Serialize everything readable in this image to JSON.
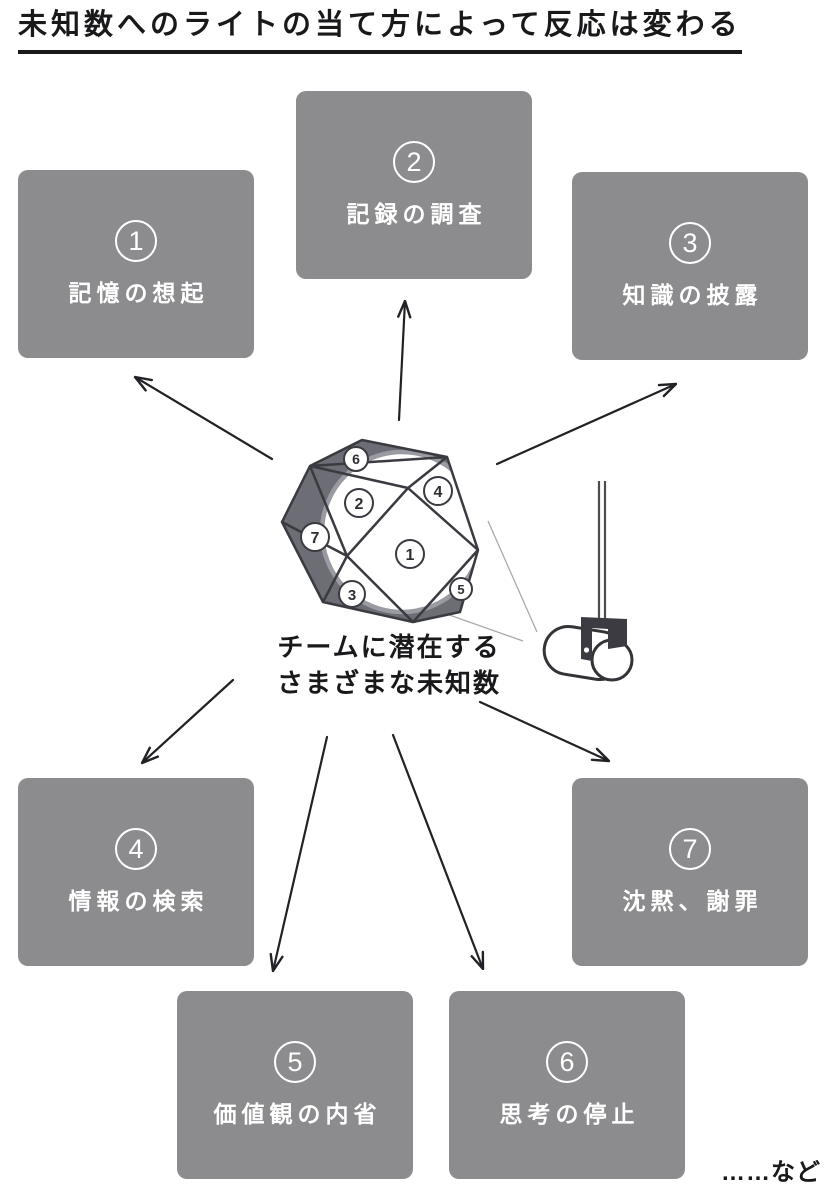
{
  "title": "未知数へのライトの当て方によって反応は変わる",
  "boxes": [
    {
      "number": "1",
      "label": "記憶の想起"
    },
    {
      "number": "2",
      "label": "記録の調査"
    },
    {
      "number": "3",
      "label": "知識の披露"
    },
    {
      "number": "4",
      "label": "情報の検索"
    },
    {
      "number": "5",
      "label": "価値観の内省"
    },
    {
      "number": "6",
      "label": "思考の停止"
    },
    {
      "number": "7",
      "label": "沈黙、謝罪"
    }
  ],
  "center": {
    "caption_line1": "チームに潜在する",
    "caption_line2": "さまざまな未知数",
    "face_numbers": [
      "1",
      "2",
      "3",
      "4",
      "5",
      "6",
      "7"
    ]
  },
  "footnote": "……など",
  "colors": {
    "box_gray": "#8c8c8e",
    "polyhedron_shadow_gray": "#6d6d75",
    "ink": "#19191c",
    "spotlight_ring_gray": "#9a9aa2"
  }
}
